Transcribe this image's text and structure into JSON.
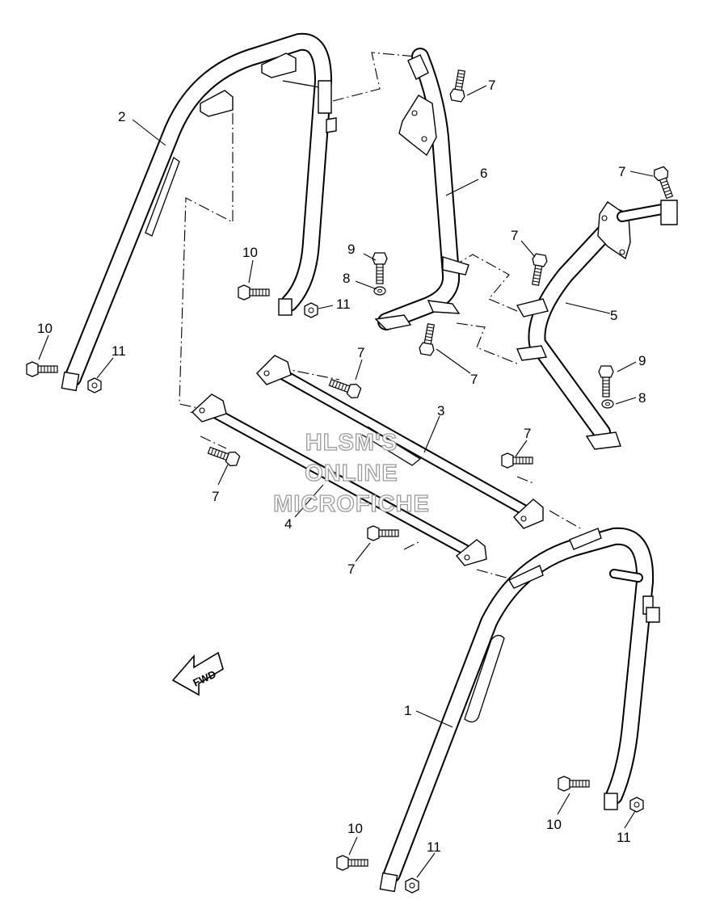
{
  "watermark": {
    "line1": "HLSM'S",
    "line2": "ONLINE",
    "line3": "MICROFICHE"
  },
  "fwd_label": "FWD",
  "callouts": {
    "c1": "1",
    "c2": "2",
    "c3": "3",
    "c4": "4",
    "c5": "5",
    "c6": "6",
    "c7a": "7",
    "c7b": "7",
    "c7c": "7",
    "c7d": "7",
    "c7e": "7",
    "c7f": "7",
    "c7g": "7",
    "c7h": "7",
    "c8a": "8",
    "c8b": "8",
    "c9a": "9",
    "c9b": "9",
    "c10a": "10",
    "c10b": "10",
    "c10c": "10",
    "c10d": "10",
    "c11a": "11",
    "c11b": "11",
    "c11c": "11",
    "c11d": "11"
  }
}
